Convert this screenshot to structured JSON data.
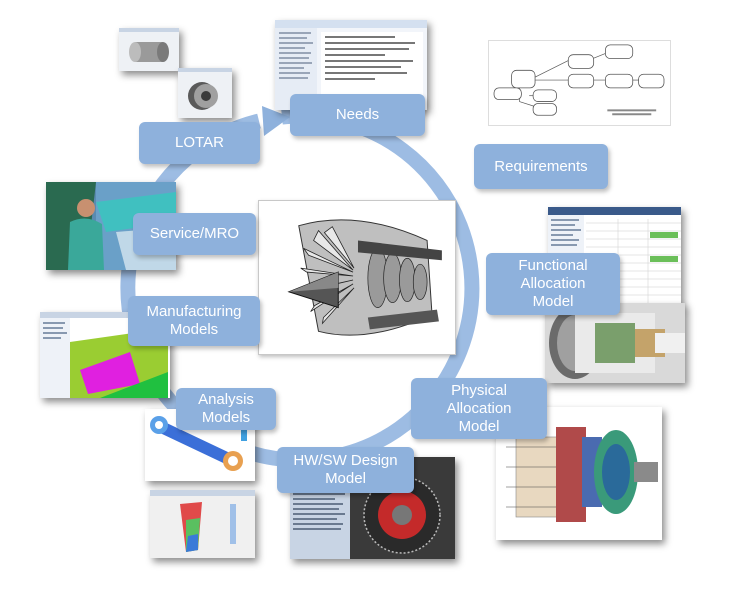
{
  "theme": {
    "label_fill": "#8eb1dc",
    "ring_color": "#9dbce3",
    "label_text": "#ffffff"
  },
  "stages": [
    {
      "key": "needs",
      "label": "Needs"
    },
    {
      "key": "requirements",
      "label": "Requirements"
    },
    {
      "key": "functional",
      "label": "Functional\nAllocation\nModel"
    },
    {
      "key": "physical",
      "label": "Physical\nAllocation\nModel"
    },
    {
      "key": "hwsw",
      "label": "HW/SW Design\nModel"
    },
    {
      "key": "analysis",
      "label": "Analysis\nModels"
    },
    {
      "key": "manufacturing",
      "label": "Manufacturing\nModels"
    },
    {
      "key": "service",
      "label": "Service/MRO"
    },
    {
      "key": "lotar",
      "label": "LOTAR"
    }
  ],
  "images": {
    "center": "jet-engine-cutaway",
    "needs": "document-screenshot",
    "requirements": "requirements-flow-diagram",
    "functional": "allocation-table-screenshot",
    "functional_engine": "engine-model-render",
    "physical": "engine-cross-section-colored",
    "hwsw": "fan-blade-design-screenshot",
    "analysis": "stress-analysis-part",
    "analysis_blade": "blade-stress-plot",
    "manufacturing": "cad-surface-model",
    "service": "technician-virtual-maintenance",
    "lotar_top": "cylinder-cad-part",
    "lotar_bottom": "bearing-cad-part"
  }
}
